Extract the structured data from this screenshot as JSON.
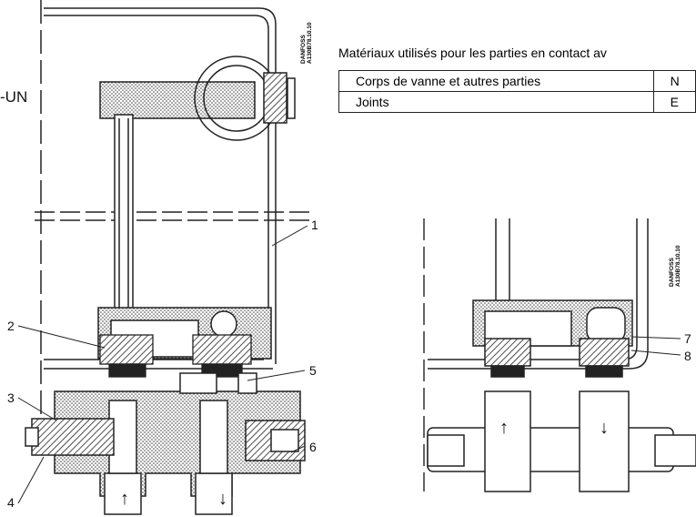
{
  "edge_label": "-UN",
  "code_left": {
    "line1": "DANFOSS",
    "line2": "A130B78.10.10"
  },
  "code_right": {
    "line1": "DANFOSS",
    "line2": "A130B78.10.10"
  },
  "materials": {
    "title": "Matériaux utilisés pour les parties en contact av",
    "rows": [
      {
        "part": "Corps de vanne et autres parties",
        "material": "N"
      },
      {
        "part": "Joints",
        "material": "E"
      }
    ]
  },
  "callouts": [
    "1",
    "2",
    "3",
    "4",
    "5",
    "6",
    "7",
    "8"
  ],
  "arrows": {
    "up": "↑",
    "down": "↓"
  }
}
